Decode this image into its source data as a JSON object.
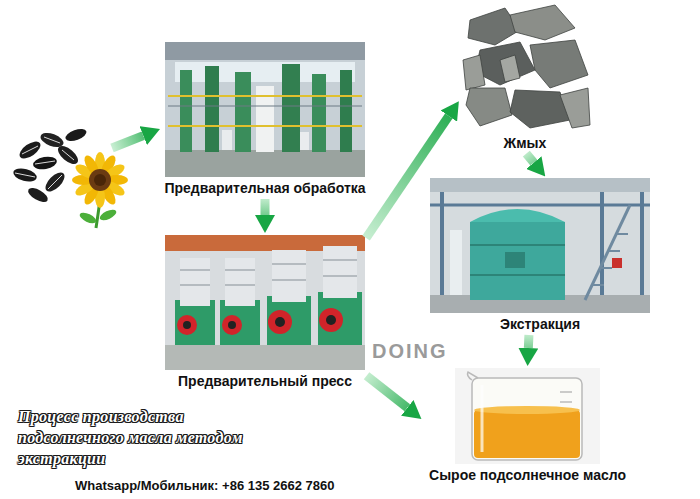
{
  "diagram": {
    "nodes": [
      {
        "text": [
          "Предварительная обработка"
        ]
      },
      {
        "text": [
          "Жмых"
        ]
      },
      {
        "text": [
          "Экстракция"
        ]
      },
      {
        "text": [
          "Предварительный пресс"
        ]
      },
      {
        "text": [
          "Сырое подсолнечное масло"
        ]
      }
    ],
    "edges": [
      {
        "from": 0,
        "to": 3,
        "arrow": "to"
      },
      {
        "from": 3,
        "to": 1,
        "arrow": "to"
      },
      {
        "from": 1,
        "to": 2,
        "arrow": "to"
      },
      {
        "from": 2,
        "to": 4,
        "arrow": "to"
      },
      {
        "from": 3,
        "to": 4,
        "arrow": "to"
      }
    ],
    "labels": [
      "Процесс производства подсолнечного масла методом экстракции",
      "Whatsapp/Мобильник: +86 135 2662 7860",
      "DOING"
    ]
  }
}
